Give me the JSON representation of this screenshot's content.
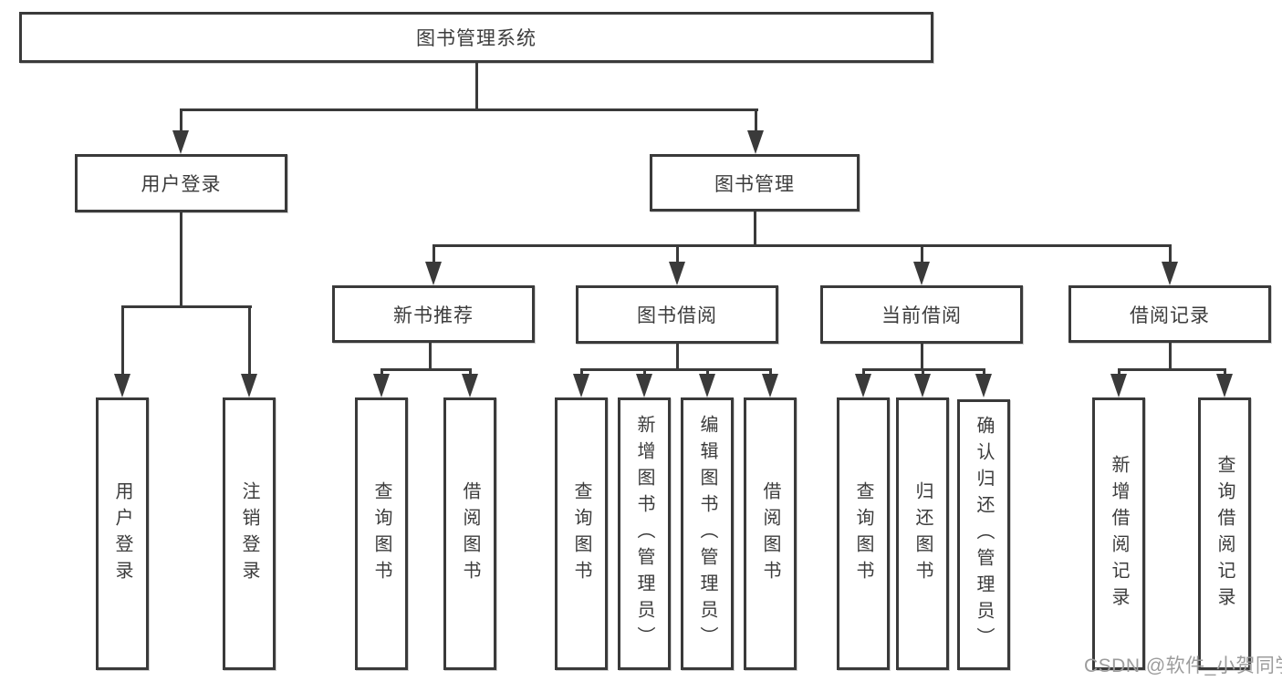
{
  "diagram": {
    "title": "图书管理系统",
    "level2": {
      "user_login": "用户登录",
      "book_mgmt": "图书管理"
    },
    "level3": {
      "new_book_rec": "新书推荐",
      "book_borrow": "图书借阅",
      "current_borrow": "当前借阅",
      "borrow_records": "借阅记录"
    },
    "leaves": {
      "user_login": "用户登录",
      "logout": "注销登录",
      "query_books_rec": "查询图书",
      "borrow_books_rec": "借阅图书",
      "query_books_borrow": "查询图书",
      "add_book_admin": "新增图书（管理员）",
      "edit_book_admin": "编辑图书（管理员）",
      "borrow_books_borrow": "借阅图书",
      "query_books_current": "查询图书",
      "return_books": "归还图书",
      "confirm_return_admin": "确认归还（管理员）",
      "add_borrow_record": "新增借阅记录",
      "query_borrow_record": "查询借阅记录"
    }
  },
  "watermark": "CSDN @软件_小贺同学",
  "colors": {
    "line": "#3a3a3a",
    "text": "#3c3c3c",
    "watermark": "#9c9c9c",
    "background": "#ffffff"
  }
}
